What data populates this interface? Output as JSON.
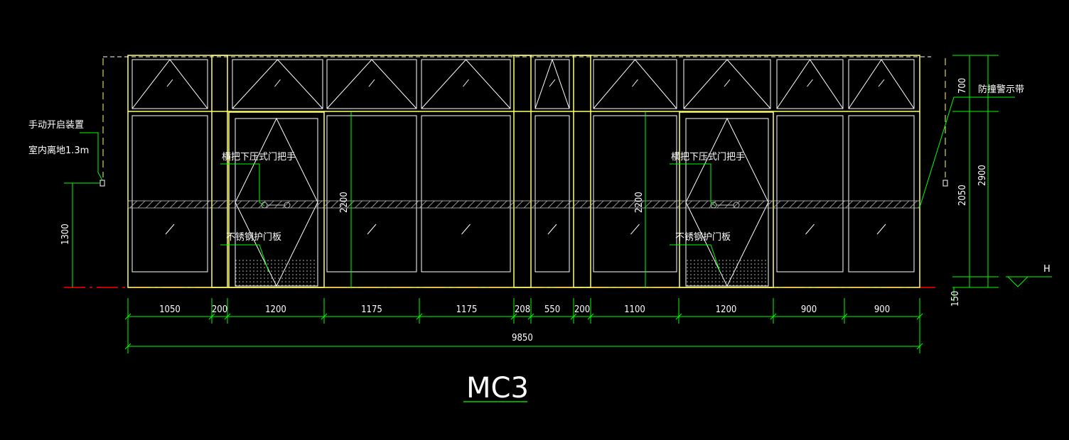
{
  "colors": {
    "background": "#000000",
    "frame": "#ffff66",
    "glass": "#ffffff",
    "dimension": "#00ff00",
    "grade_line": "#ff0000",
    "text": "#ffffff",
    "hatch": "#c0c0c0"
  },
  "title": "MC3",
  "annotations": {
    "manual_open_device": "手动开启装置",
    "indoor_height": "室内离地1.3m",
    "handle_left": "横把下压式门把手",
    "handle_right": "横把下压式门把手",
    "kickplate_left": "不锈钢护门板",
    "kickplate_right": "不锈钢护门板",
    "anti_collision_strip": "防撞警示带",
    "level_mark": "H"
  },
  "dimensions": {
    "bottom_segments": [
      "1050",
      "200",
      "1200",
      "1175",
      "1175",
      "208",
      "550",
      "200",
      "1100",
      "1200",
      "900",
      "900"
    ],
    "overall_width": "9850",
    "left_height": "1300",
    "door_height_left": "2200",
    "door_height_right": "2200",
    "right_top": "700",
    "right_mid": "2050",
    "right_total": "2900",
    "right_base": "150"
  }
}
